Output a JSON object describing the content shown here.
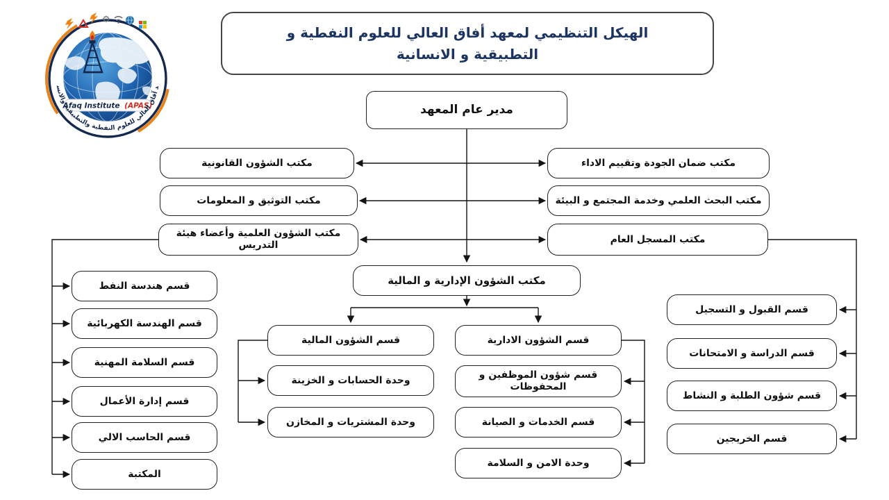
{
  "page_title": "الهيكل التنظيمي لمعهد أفاق العالي للعلوم النفطية و التطبيقية و الانسانية",
  "logo": {
    "name_en": "Afaq Institute",
    "abbr": "(APAS)",
    "name_ar": "معهد آفاق العالي للعلوم النفطية والتطبيقية والانسانية",
    "icon_names": [
      "lightning-icon",
      "warning-triangle-icon",
      "lightning-icon",
      "gear-icon",
      "wifi-icon",
      "globe-icon",
      "windows-icon"
    ],
    "colors": {
      "globe_blue": "#1d62ae",
      "ring_navy": "#15294e",
      "ring_orange": "#e8831c",
      "flame_orange": "#f07f13",
      "abbr_red": "#d02c20"
    }
  },
  "org": {
    "director": "مدير عام المعهد",
    "offices_left": [
      "مكتب الشؤون القانونية",
      "مكتب التوثيق و المعلومات",
      "مكتب الشؤون العلمية وأعضاء هيئة التدريس"
    ],
    "offices_right": [
      "مكتب ضمان الجودة وتقييم الاداء",
      "مكتب البحث العلمي وخدمة المجتمع و البيئة",
      "مكتب المسجل العام"
    ],
    "admin_finance_office": "مكتب الشؤون الإدارية و المالية",
    "academic_departments": [
      "قسم هندسة النفط",
      "قسم الهندسة الكهربائية",
      "قسم السلامة المهنية",
      "قسم إدارة الأعمال",
      "قسم الحاسب الالي",
      "المكتبة"
    ],
    "finance_branch": {
      "head": "قسم الشؤون المالية",
      "units": [
        "وحدة الحسابات و الخزينة",
        "وحدة المشتريات و المخازن"
      ]
    },
    "admin_branch": {
      "head": "قسم الشؤون الادارية",
      "units": [
        "قسم شؤون الموظفين و المحفوظات",
        "قسم الخدمات و الصيانة",
        "وحدة الامن و السلامة"
      ]
    },
    "registrar_departments": [
      "قسم القبول و التسجيل",
      "قسم الدراسة و الامتحانات",
      "قسم شؤون الطلبة و النشاط",
      "قسم الخريجين"
    ]
  },
  "style_colors": {
    "title_text": "#1c3461",
    "box_border": "#1f1f1f",
    "line_color": "#141414",
    "background": "#ffffff"
  }
}
